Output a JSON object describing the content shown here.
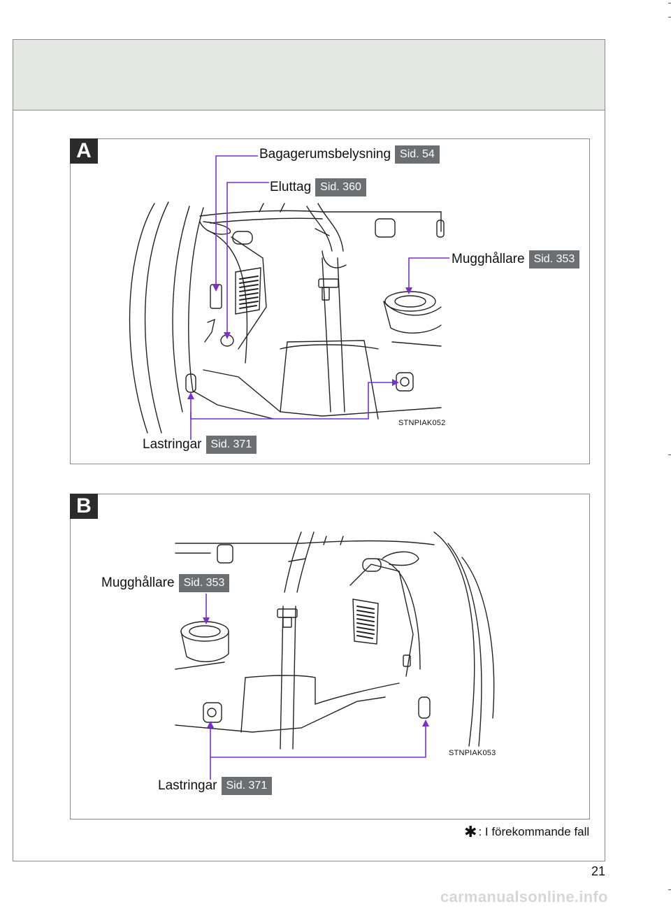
{
  "panels": [
    {
      "tag": "A",
      "callouts": {
        "bagage": {
          "label": "Bagagerumsbelysning",
          "ref": "Sid. 54"
        },
        "eluttag": {
          "label": "Eluttag",
          "ref": "Sid. 360"
        },
        "mugg": {
          "label": "Mugghållare",
          "ref": "Sid. 353"
        },
        "last": {
          "label": "Lastringar",
          "ref": "Sid. 371"
        }
      },
      "figure_code": "STNPIAK052"
    },
    {
      "tag": "B",
      "callouts": {
        "mugg": {
          "label": "Mugghållare",
          "ref": "Sid. 353"
        },
        "last": {
          "label": "Lastringar",
          "ref": "Sid. 371"
        }
      },
      "figure_code": "STNPIAK053"
    }
  ],
  "footnote": {
    "symbol": "✱",
    "text": ": I förekommande fall"
  },
  "page_number": "21",
  "watermark": "carmanualsonline.info",
  "colors": {
    "callout_line": "#7a2fd0",
    "badge": "#6b6f72",
    "header_band": "#e4e6e3"
  }
}
